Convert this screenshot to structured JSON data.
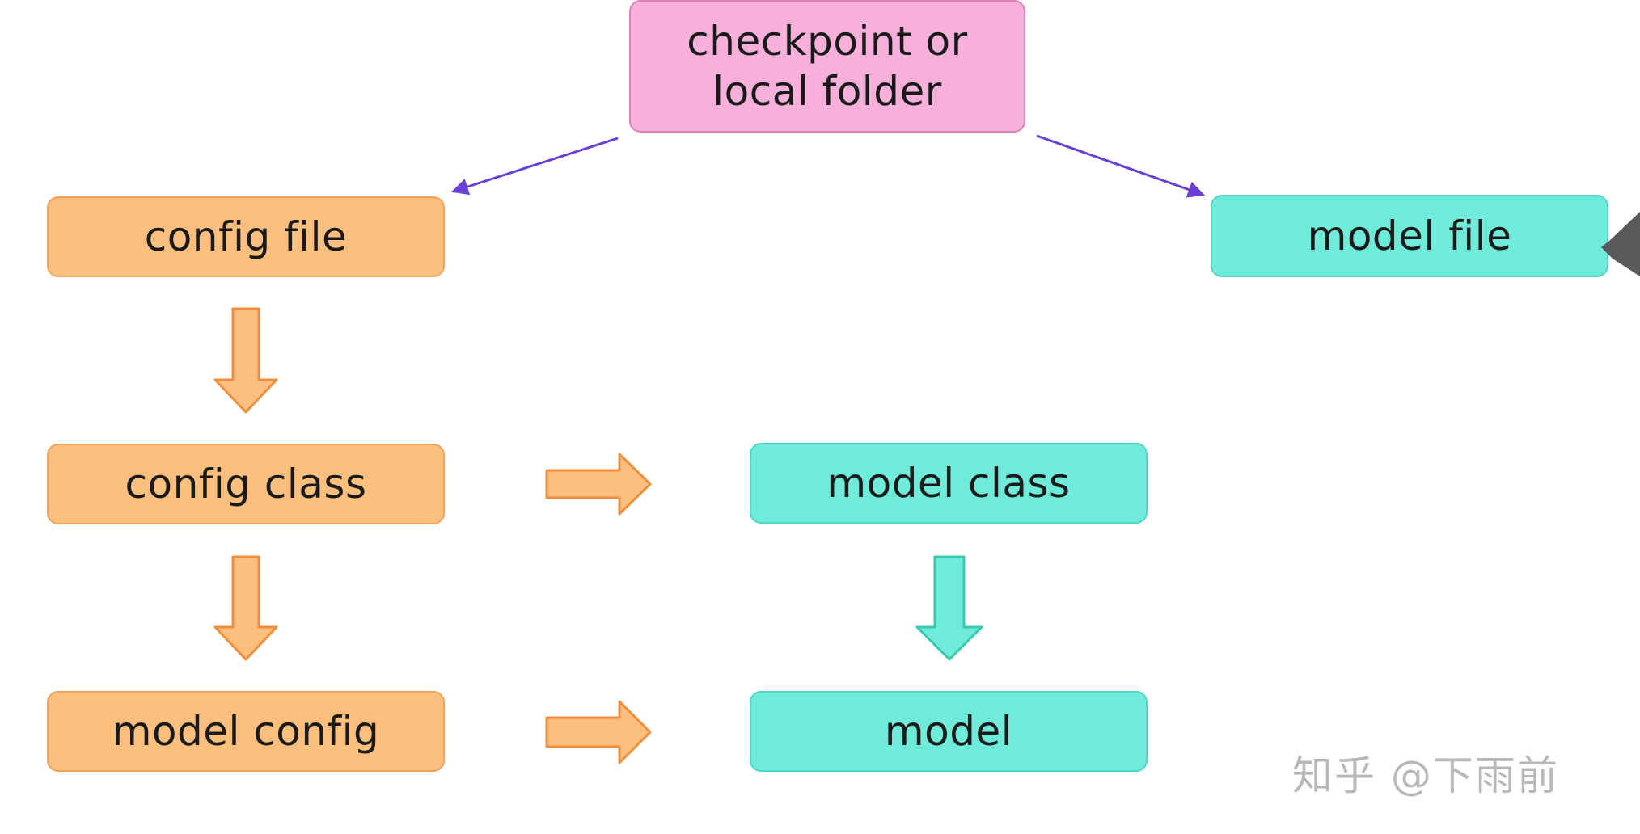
{
  "nodes": {
    "checkpoint_line1": "checkpoint or",
    "checkpoint_line2": "local folder",
    "config_file": "config file",
    "model_file": "model file",
    "config_class": "config class",
    "model_class": "model class",
    "model_config": "model config",
    "model": "model"
  },
  "watermark": "知乎 @下雨前",
  "colors": {
    "orange_fill": "#fdbf7e",
    "orange_stroke": "#f3a35a",
    "teal_fill": "#6eecd9",
    "teal_stroke": "#4fd9c4",
    "pink_fill": "#f7b0da",
    "connector_purple": "#6a3fd6"
  }
}
